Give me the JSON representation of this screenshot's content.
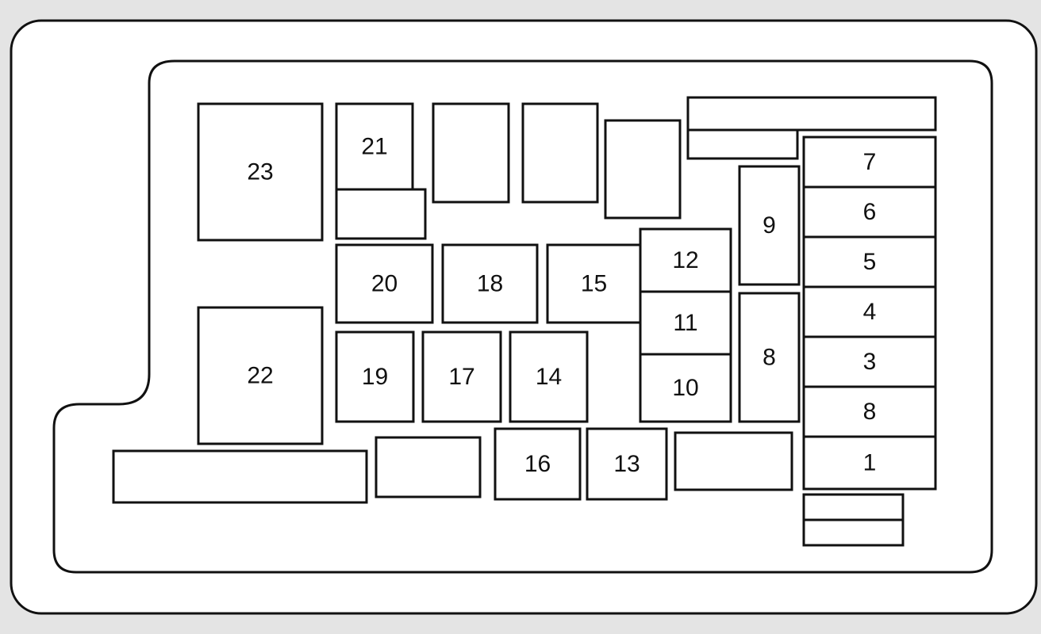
{
  "colors": {
    "background": "#e4e4e4",
    "panel": "#ffffff",
    "outline": "#111111"
  },
  "fuse_box": {
    "slots": [
      {
        "id": "slot-23",
        "label": "23"
      },
      {
        "id": "slot-21",
        "label": "21"
      },
      {
        "id": "slot-21-lower",
        "label": ""
      },
      {
        "id": "slot-top-a",
        "label": ""
      },
      {
        "id": "slot-top-b",
        "label": ""
      },
      {
        "id": "slot-top-c",
        "label": ""
      },
      {
        "id": "slot-top-right-wide",
        "label": ""
      },
      {
        "id": "slot-top-right-small",
        "label": ""
      },
      {
        "id": "slot-9",
        "label": "9"
      },
      {
        "id": "slot-7",
        "label": "7"
      },
      {
        "id": "slot-6",
        "label": "6"
      },
      {
        "id": "slot-5",
        "label": "5"
      },
      {
        "id": "slot-4",
        "label": "4"
      },
      {
        "id": "slot-3",
        "label": "3"
      },
      {
        "id": "slot-8b",
        "label": "8"
      },
      {
        "id": "slot-1",
        "label": "1"
      },
      {
        "id": "slot-bottom-right-a",
        "label": ""
      },
      {
        "id": "slot-bottom-right-b",
        "label": ""
      },
      {
        "id": "slot-20",
        "label": "20"
      },
      {
        "id": "slot-18",
        "label": "18"
      },
      {
        "id": "slot-15",
        "label": "15"
      },
      {
        "id": "slot-12",
        "label": "12"
      },
      {
        "id": "slot-11",
        "label": "11"
      },
      {
        "id": "slot-10",
        "label": "10"
      },
      {
        "id": "slot-8",
        "label": "8"
      },
      {
        "id": "slot-22",
        "label": "22"
      },
      {
        "id": "slot-19",
        "label": "19"
      },
      {
        "id": "slot-17",
        "label": "17"
      },
      {
        "id": "slot-14",
        "label": "14"
      },
      {
        "id": "slot-bottom-long",
        "label": ""
      },
      {
        "id": "slot-bottom-mid",
        "label": ""
      },
      {
        "id": "slot-16",
        "label": "16"
      },
      {
        "id": "slot-13",
        "label": "13"
      },
      {
        "id": "slot-bottom-right-wide",
        "label": ""
      }
    ]
  }
}
